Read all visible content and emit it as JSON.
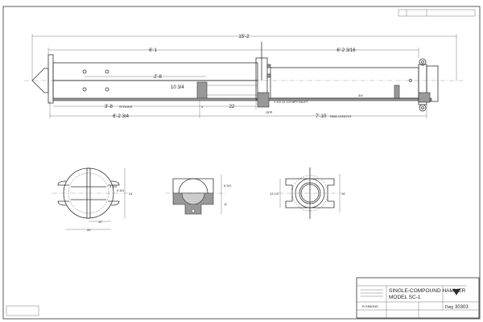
{
  "drawing": {
    "type": "engineering-drawing",
    "ink_color": "#333333",
    "paper_color": "#ffffff"
  },
  "dimensions": {
    "overall_length": "15'-2",
    "left_section": "6'-1",
    "right_section": "6'-2 3/16",
    "inner_length": "2'-8",
    "stroke": "3'-8",
    "stroke_label": "STROKE",
    "stroke_gap": "4",
    "inlet_offset": "22",
    "lower_left": "6'-2 3/4",
    "ram_length": "7'-10",
    "ram_length_label": "RAM LENGTH",
    "inlet": "1 1/2-11 1/2 NPT INLET",
    "opp": "OPP",
    "bore": "10 3/4",
    "rod": "3/4",
    "flange_width": "10",
    "flange_overall": "20",
    "flange_height": "24",
    "flange_inner": "9 3/4",
    "flange_small": "4 3/4",
    "section_height": "11",
    "section_top": "6 3/4",
    "end_height": "18",
    "end_inner": "13 1/2"
  },
  "title_block": {
    "title": "SINGLE-COMPOUND HAMMER",
    "model": "MODEL SC-1",
    "drawn_by": "R.SIMONS",
    "dwg_label": "Dwg",
    "dwg_number": "30303"
  }
}
